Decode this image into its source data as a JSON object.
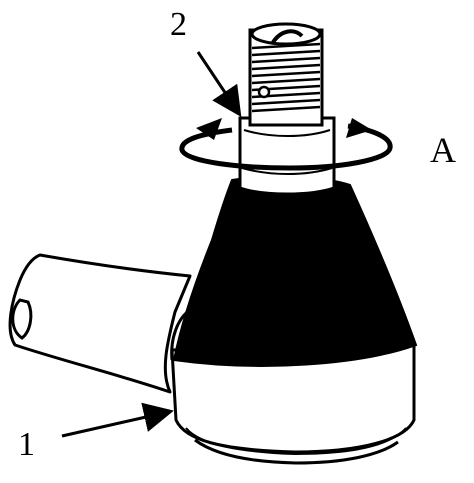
{
  "labels": {
    "part_1": "1",
    "part_2": "2",
    "rotation": "A"
  },
  "colors": {
    "ink": "#000000",
    "paper": "#ffffff"
  }
}
